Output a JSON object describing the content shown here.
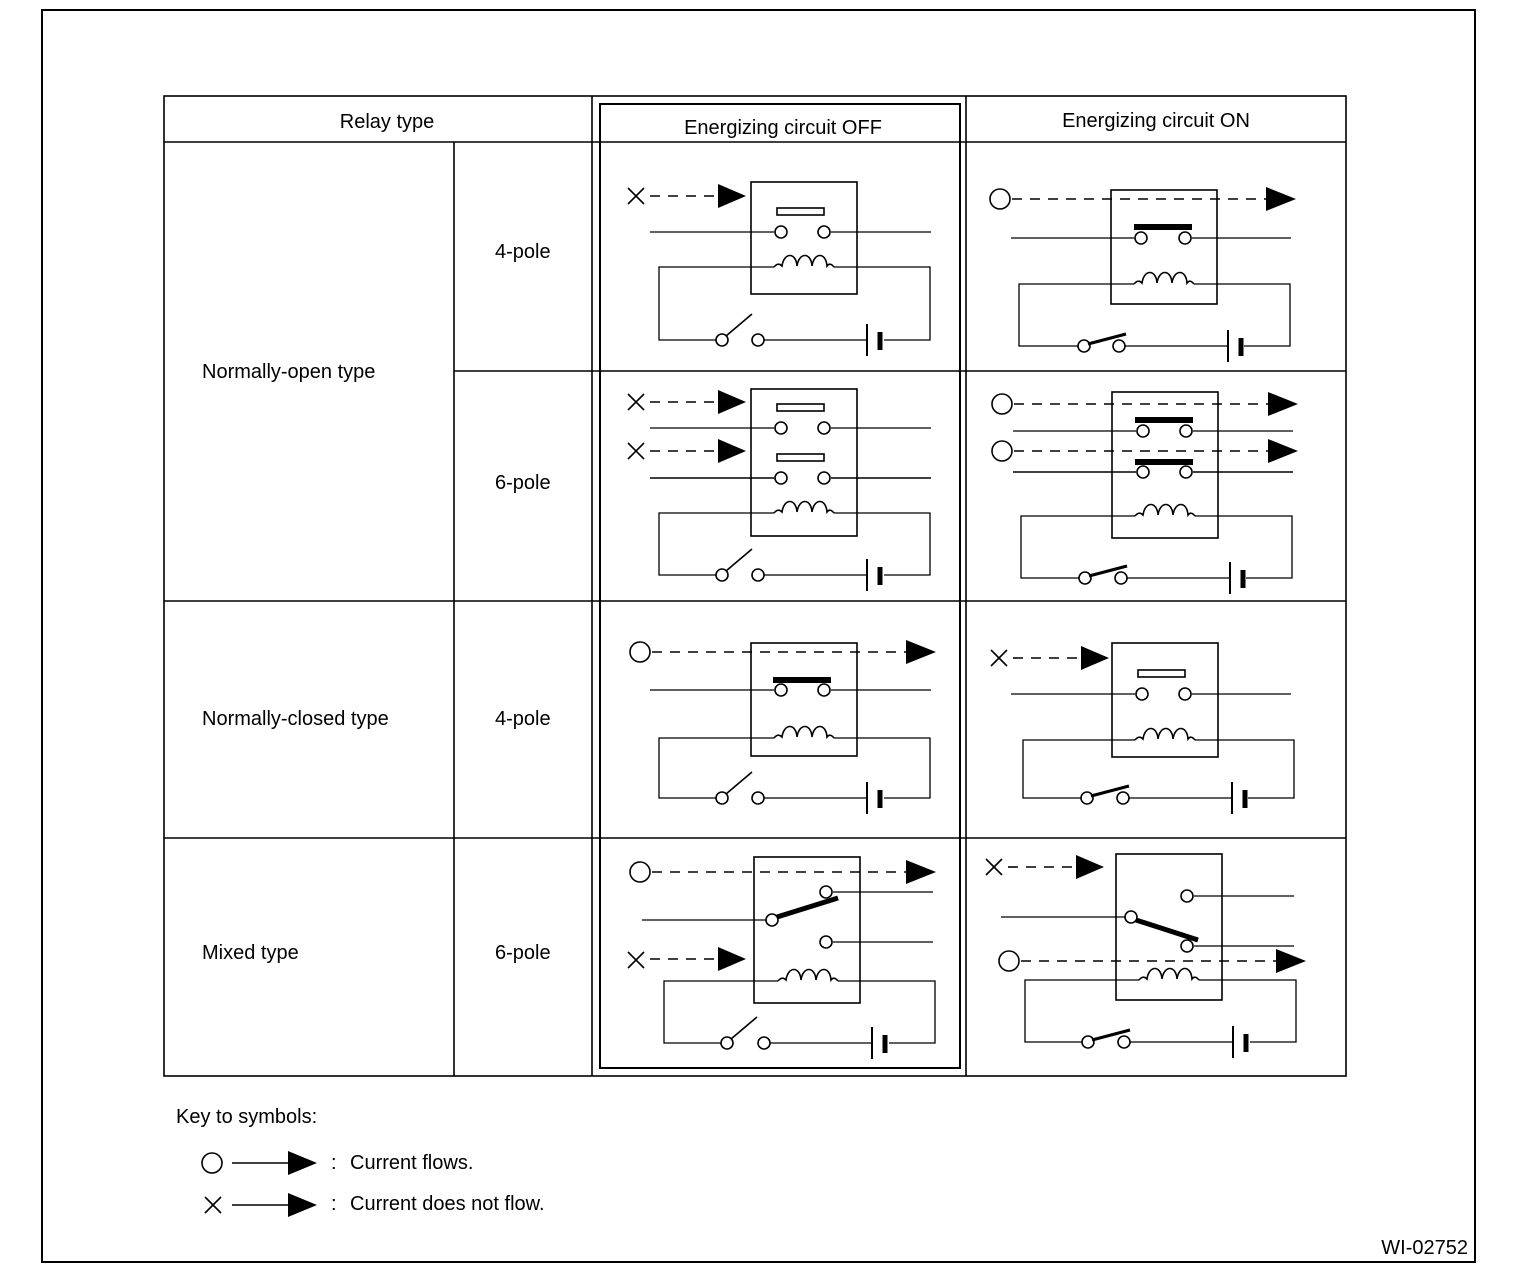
{
  "header": {
    "relay_type": "Relay type",
    "off": "Energizing circuit OFF",
    "on": "Energizing circuit ON"
  },
  "rows": [
    {
      "type": "Normally-open type",
      "poles": [
        "4-pole",
        "6-pole"
      ]
    },
    {
      "type": "Normally-closed type",
      "poles": [
        "4-pole"
      ]
    },
    {
      "type": "Mixed type",
      "poles": [
        "6-pole"
      ]
    }
  ],
  "key": {
    "title": "Key to symbols:",
    "flows": "Current flows.",
    "not_flows": "Current does not flow.",
    "separator": ":"
  },
  "figure_id": "WI-02752",
  "icons": {
    "flow": "circle-arrow-icon",
    "no_flow": "cross-arrow-icon",
    "coil": "coil-icon",
    "battery": "battery-icon",
    "switch": "switch-icon",
    "contact": "contact-bar-icon"
  }
}
